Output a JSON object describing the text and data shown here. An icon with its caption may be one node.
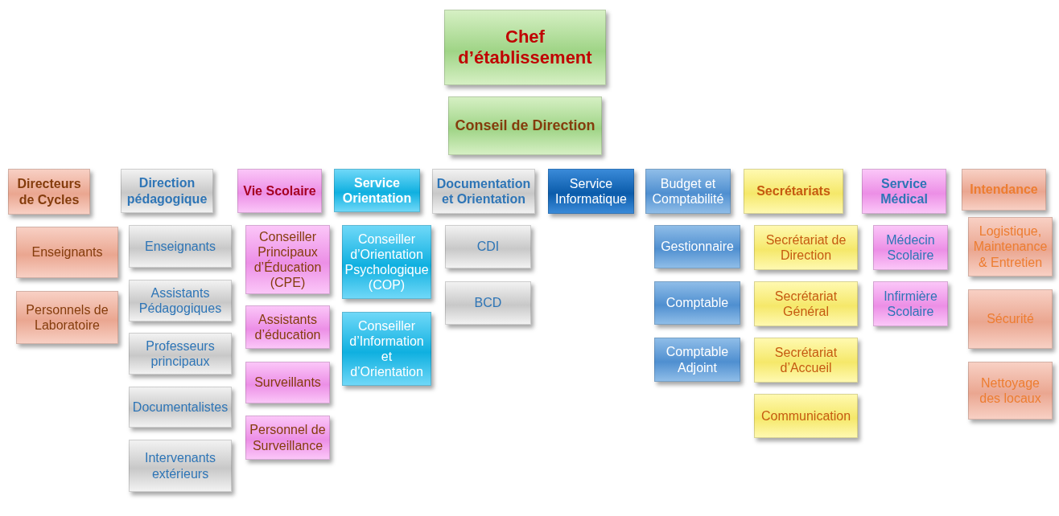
{
  "diagram": {
    "nodes": [
      {
        "text": [
          "Chef d’établissement"
        ]
      },
      {
        "text": [
          "Conseil de Direction"
        ]
      },
      {
        "text": [
          "Directeurs de Cycles"
        ]
      },
      {
        "text": [
          "Enseignants"
        ]
      },
      {
        "text": [
          "Personnels de Laboratoire"
        ]
      },
      {
        "text": [
          "Direction pédagogique"
        ]
      },
      {
        "text": [
          "Enseignants"
        ]
      },
      {
        "text": [
          "Assistants Pédagogiques"
        ]
      },
      {
        "text": [
          "Professeurs principaux"
        ]
      },
      {
        "text": [
          "Documentalistes"
        ]
      },
      {
        "text": [
          "Intervenants extérieurs"
        ]
      },
      {
        "text": [
          "Vie Scolaire"
        ]
      },
      {
        "text": [
          "Conseiller Principaux d’Éducation (CPE)"
        ]
      },
      {
        "text": [
          "Assistants d’éducation"
        ]
      },
      {
        "text": [
          "Surveillants"
        ]
      },
      {
        "text": [
          "Personnel de Surveillance"
        ]
      },
      {
        "text": [
          "Service Orientation"
        ]
      },
      {
        "text": [
          "Conseiller d’Orientation Psychologique (COP)"
        ]
      },
      {
        "text": [
          "Conseiller d’Information et d’Orientation"
        ]
      },
      {
        "text": [
          "Documentation et Orientation"
        ]
      },
      {
        "text": [
          "CDI"
        ]
      },
      {
        "text": [
          "BCD"
        ]
      },
      {
        "text": [
          "Service Informatique"
        ]
      },
      {
        "text": [
          "Budget et Comptabilité"
        ]
      },
      {
        "text": [
          "Gestionnaire"
        ]
      },
      {
        "text": [
          "Comptable"
        ]
      },
      {
        "text": [
          "Comptable Adjoint"
        ]
      },
      {
        "text": [
          "Secrétariats"
        ]
      },
      {
        "text": [
          "Secrétariat de Direction"
        ]
      },
      {
        "text": [
          "Secrétariat Général"
        ]
      },
      {
        "text": [
          "Secrétariat d’Accueil"
        ]
      },
      {
        "text": [
          "Communication"
        ]
      },
      {
        "text": [
          "Service Médical"
        ]
      },
      {
        "text": [
          "Médecin Scolaire"
        ]
      },
      {
        "text": [
          "Infirmière Scolaire"
        ]
      },
      {
        "text": [
          "Intendance"
        ]
      },
      {
        "text": [
          "Logistique, Maintenance & Entretien"
        ]
      },
      {
        "text": [
          "Sécurité"
        ]
      },
      {
        "text": [
          "Nettoyage des locaux"
        ]
      }
    ]
  }
}
